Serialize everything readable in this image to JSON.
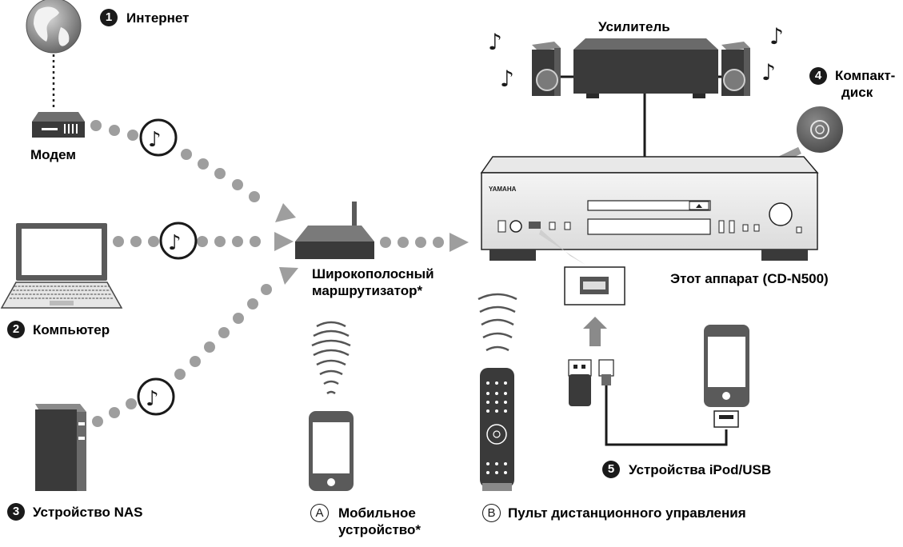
{
  "labels": {
    "internet": "Интернет",
    "modem": "Модем",
    "computer": "Компьютер",
    "nas": "Устройство NAS",
    "router_line1": "Широкополосный",
    "router_line2": "маршрутизатор*",
    "amplifier": "Усилитель",
    "cd_line1": "Компакт-",
    "cd_line2": "диск",
    "unit": "Этот аппарат (CD-N500)",
    "ipod_usb": "Устройства iPod/USB",
    "mobile_line1": "Мобильное",
    "mobile_line2": "устройство*",
    "remote": "Пульт дистанционного управления",
    "brand": "YAMAHA"
  },
  "badges": {
    "internet": "1",
    "computer": "2",
    "nas": "3",
    "cd": "4",
    "ipod_usb": "5",
    "mobile": "A",
    "remote": "B"
  },
  "symbols": {
    "music_note": "♪"
  },
  "colors": {
    "dots": "#9e9e9e",
    "device_dark": "#3a3a3a",
    "device_mid": "#6e6e6e",
    "line": "#1a1a1a"
  }
}
